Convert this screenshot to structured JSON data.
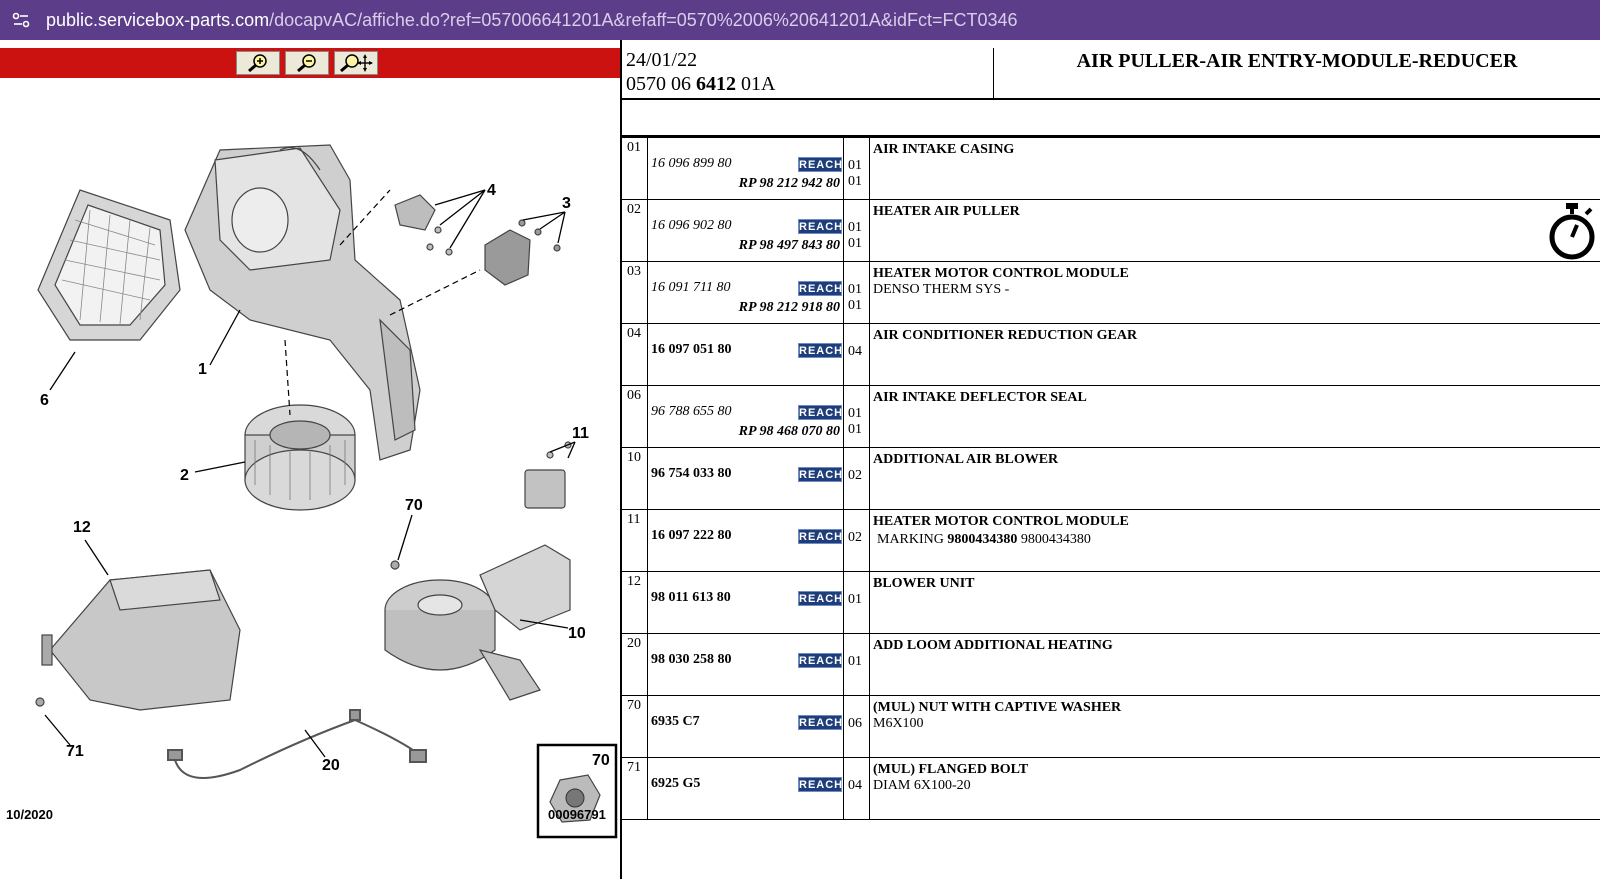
{
  "browser": {
    "url_host": "public.servicebox-parts.com",
    "url_path": "/docapvAC/affiche.do?ref=057006641201A&refaff=0570%2006%20641201A&idFct=FCT0346",
    "site_info_icon": "site-info-icon"
  },
  "toolbar": {
    "zoom_in_icon": "zoom-in-icon",
    "zoom_out_icon": "zoom-out-icon",
    "pan_zoom_icon": "pan-zoom-icon"
  },
  "diagram": {
    "date": "10/2020",
    "id": "00096791",
    "inset_label": "70",
    "labels": [
      "4",
      "3",
      "1",
      "6",
      "2",
      "11",
      "70",
      "12",
      "10",
      "71",
      "20"
    ]
  },
  "header": {
    "date": "24/01/22",
    "ref_prefix": "0570 06 ",
    "ref_bold": "6412",
    "ref_suffix": " 01A",
    "title": "AIR PULLER-AIR ENTRY-MODULE-REDUCER"
  },
  "parts": [
    {
      "ref": "01",
      "number": "16 096 899 80",
      "number_style": "italic",
      "reach": "REACH",
      "qty": "01",
      "rp": "RP 98 212 942 80",
      "rp_qty": "01",
      "title": "AIR INTAKE CASING",
      "note": ""
    },
    {
      "ref": "02",
      "number": "16 096 902 80",
      "number_style": "italic",
      "reach": "REACH",
      "qty": "01",
      "rp": "RP 98 497 843 80",
      "rp_qty": "01",
      "title": "HEATER AIR PULLER",
      "note": ""
    },
    {
      "ref": "03",
      "number": "16 091 711 80",
      "number_style": "italic",
      "reach": "REACH",
      "qty": "01",
      "rp": "RP 98 212 918 80",
      "rp_qty": "01",
      "title": "HEATER MOTOR CONTROL MODULE",
      "note": "DENSO THERM SYS -"
    },
    {
      "ref": "04",
      "number": "16 097 051 80",
      "number_style": "bold",
      "reach": "REACH",
      "qty": "04",
      "rp": "",
      "rp_qty": "",
      "title": "AIR CONDITIONER REDUCTION GEAR",
      "note": ""
    },
    {
      "ref": "06",
      "number": "96 788 655 80",
      "number_style": "italic",
      "reach": "REACH",
      "qty": "01",
      "rp": "RP 98 468 070 80",
      "rp_qty": "01",
      "title": "AIR INTAKE DEFLECTOR SEAL",
      "note": ""
    },
    {
      "ref": "10",
      "number": "96 754 033 80",
      "number_style": "bold",
      "reach": "REACH",
      "qty": "02",
      "rp": "",
      "rp_qty": "",
      "title": "ADDITIONAL AIR BLOWER",
      "note": ""
    },
    {
      "ref": "11",
      "number": "16 097 222 80",
      "number_style": "bold",
      "reach": "REACH",
      "qty": "02",
      "rp": "",
      "rp_qty": "",
      "title": "HEATER MOTOR CONTROL MODULE",
      "note": "",
      "marking_label": "MARKING",
      "marking_bold": "9800434380",
      "marking_value": "9800434380"
    },
    {
      "ref": "12",
      "number": "98 011 613 80",
      "number_style": "bold",
      "reach": "REACH",
      "qty": "01",
      "rp": "",
      "rp_qty": "",
      "title": "BLOWER UNIT",
      "note": ""
    },
    {
      "ref": "20",
      "number": "98 030 258 80",
      "number_style": "bold",
      "reach": "REACH",
      "qty": "01",
      "rp": "",
      "rp_qty": "",
      "title": "ADD LOOM ADDITIONAL HEATING",
      "note": ""
    },
    {
      "ref": "70",
      "number": "6935 C7",
      "number_style": "bold",
      "reach": "REACH",
      "qty": "06",
      "rp": "",
      "rp_qty": "",
      "title": "(MUL) NUT WITH CAPTIVE WASHER",
      "note": "M6X100"
    },
    {
      "ref": "71",
      "number": "6925 G5",
      "number_style": "bold",
      "reach": "REACH",
      "qty": "04",
      "rp": "",
      "rp_qty": "",
      "title": "(MUL) FLANGED BOLT",
      "note": "DIAM 6X100-20"
    }
  ],
  "timer_icon": "stopwatch-icon",
  "colors": {
    "address_bar": "#5b3d8a",
    "toolbar": "#cc1111",
    "reach_badge": "#1e3d7b"
  }
}
